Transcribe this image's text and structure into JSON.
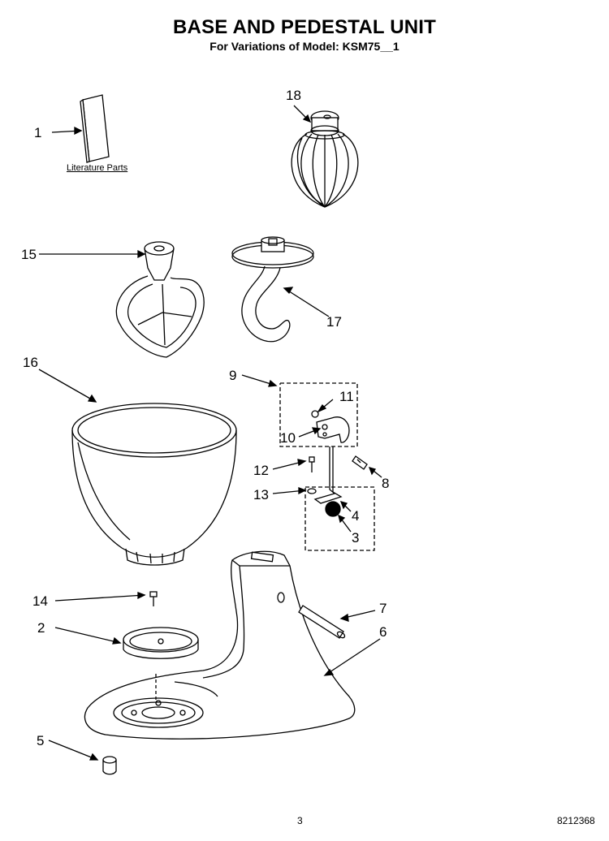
{
  "header": {
    "title": "BASE AND PEDESTAL UNIT",
    "subtitle": "For Variations of Model: KSM75__1"
  },
  "parts": [
    {
      "number": "1",
      "name": "literature-parts-booklet"
    },
    {
      "number": "2",
      "name": "bowl-clamping-plate"
    },
    {
      "number": "3",
      "name": "bowl-support-knob"
    },
    {
      "number": "4",
      "name": "bowl-clamp-lever"
    },
    {
      "number": "5",
      "name": "foot"
    },
    {
      "number": "6",
      "name": "pedestal-base"
    },
    {
      "number": "7",
      "name": "hinge-pin"
    },
    {
      "number": "8",
      "name": "pin"
    },
    {
      "number": "9",
      "name": "lock-assembly"
    },
    {
      "number": "10",
      "name": "lock-bracket"
    },
    {
      "number": "11",
      "name": "lock-screw"
    },
    {
      "number": "12",
      "name": "screw"
    },
    {
      "number": "13",
      "name": "washer"
    },
    {
      "number": "14",
      "name": "plate-screw"
    },
    {
      "number": "15",
      "name": "flat-beater"
    },
    {
      "number": "16",
      "name": "mixing-bowl"
    },
    {
      "number": "17",
      "name": "dough-hook"
    },
    {
      "number": "18",
      "name": "wire-whip"
    }
  ],
  "labels": {
    "literature": "Literature Parts"
  },
  "footer": {
    "page_number": "3",
    "document_code": "8212368"
  }
}
